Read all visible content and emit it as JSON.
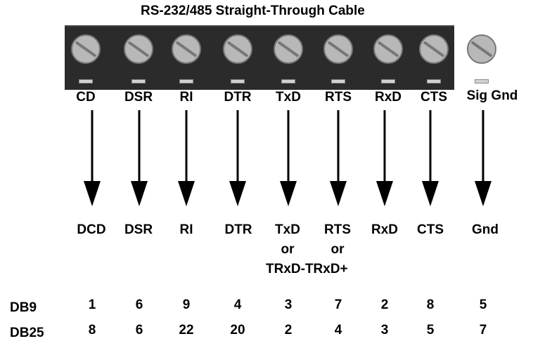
{
  "title": "RS-232/485 Straight-Through Cable",
  "terminals": [
    "CD",
    "DSR",
    "RI",
    "DTR",
    "TxD",
    "RTS",
    "RxD",
    "CTS",
    "Sig Gnd"
  ],
  "targets": [
    "DCD",
    "DSR",
    "RI",
    "DTR",
    "TxD",
    "RTS",
    "RxD",
    "CTS",
    "Gnd"
  ],
  "extra": {
    "or_txd": "or",
    "or_rts": "or",
    "trxd_line": "TRxD-TRxD+"
  },
  "rows": [
    {
      "label": "DB9",
      "pins": [
        "1",
        "6",
        "9",
        "4",
        "3",
        "7",
        "2",
        "8",
        "5"
      ]
    },
    {
      "label": "DB25",
      "pins": [
        "8",
        "6",
        "22",
        "20",
        "2",
        "4",
        "3",
        "5",
        "7"
      ]
    }
  ],
  "colors": {
    "strip": "#2b2b2b",
    "screw": "#b8b8b8",
    "tab": "#d2d2d2"
  },
  "icons": [
    "screw-icon",
    "arrow-down-icon"
  ]
}
